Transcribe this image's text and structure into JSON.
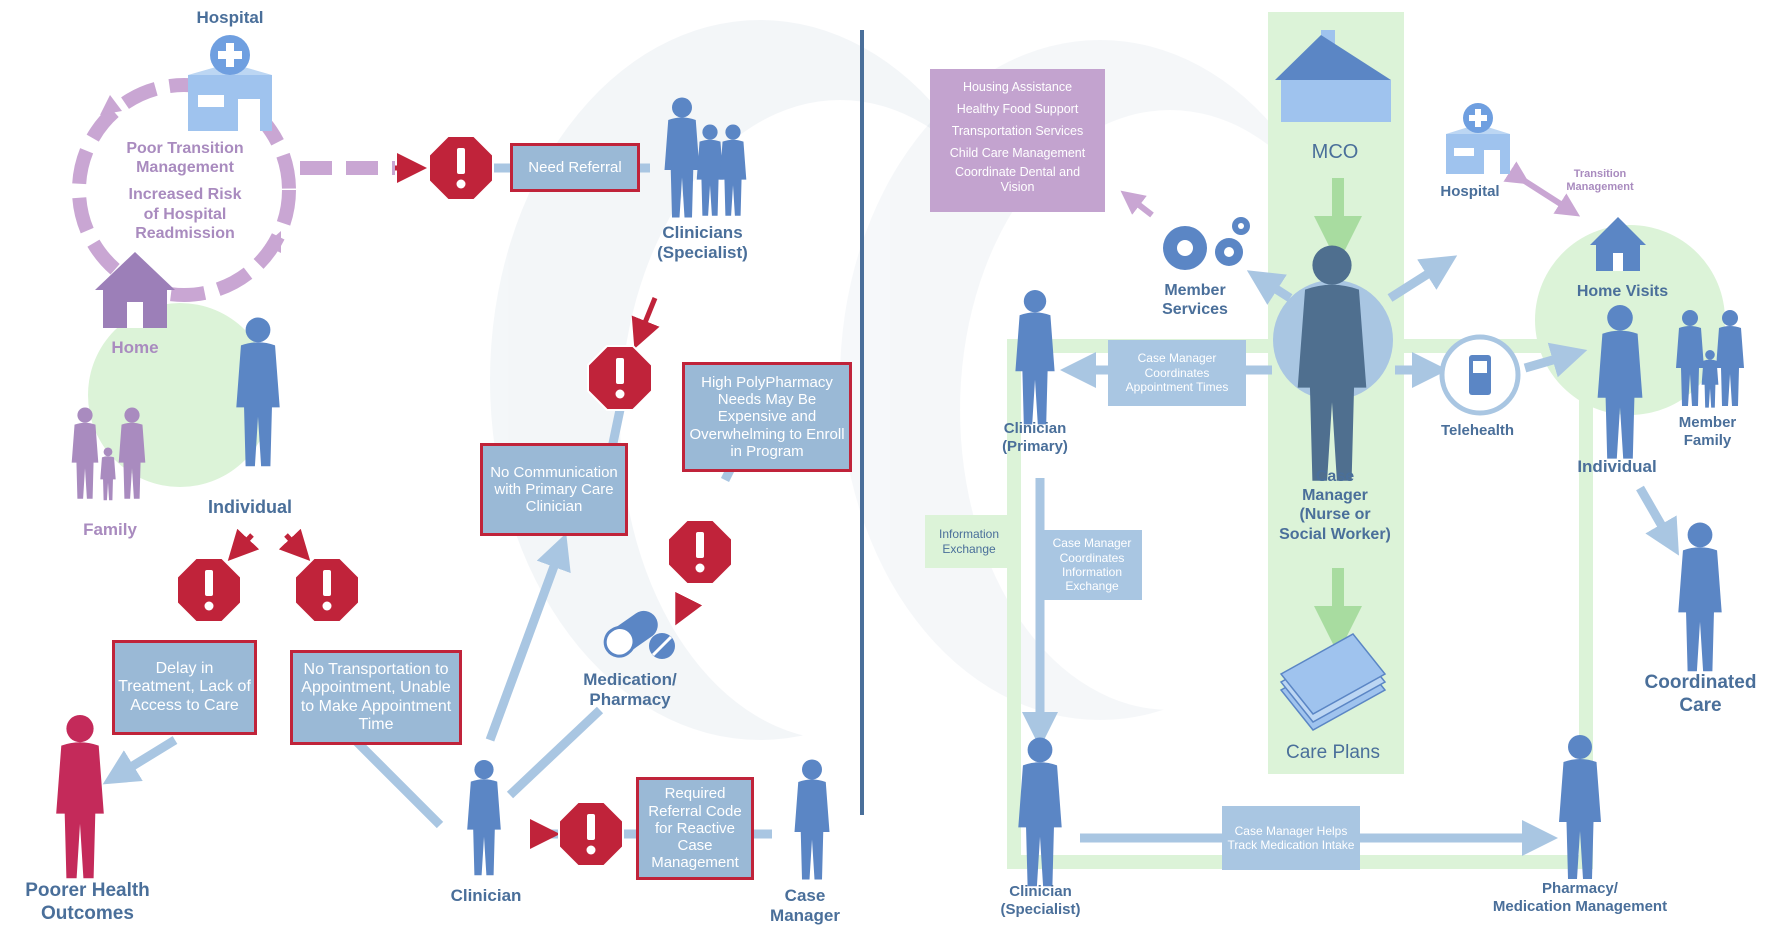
{
  "left": {
    "hospital": "Hospital",
    "cycle_line1": "Poor Transition",
    "cycle_line2": "Management",
    "cycle_line3": "Increased Risk",
    "cycle_line4": "of Hospital",
    "cycle_line5": "Readmission",
    "home": "Home",
    "family": "Family",
    "individual": "Individual",
    "need_referral": "Need Referral",
    "clinicians_specialist": "Clinicians\n(Specialist)",
    "delay": "Delay in Treatment, Lack of Access to Care",
    "no_transport": "No Transportation to Appointment, Unable to Make Appointment Time",
    "no_comm": "No Communication with Primary Care Clinician",
    "polypharmacy": "High PolyPharmacy Needs May Be Expensive and Overwhelming to Enroll in Program",
    "medication": "Medication/\nPharmacy",
    "required_code": "Required Referral Code for Reactive Case Management",
    "poorer": "Poorer Health\nOutcomes",
    "clinician": "Clinician",
    "case_manager": "Case\nManager"
  },
  "right": {
    "services": [
      "Housing Assistance",
      "Healthy Food Support",
      "Transportation Services",
      "Child Care Management",
      "Coordinate Dental and Vision"
    ],
    "mco": "MCO",
    "member_services": "Member\nServices",
    "hospital": "Hospital",
    "transition": "Transition\nManagement",
    "home_visits": "Home Visits",
    "clinician_primary": "Clinician\n(Primary)",
    "cm_appt": "Case Manager Coordinates Appointment Times",
    "case_manager": "Case\nManager\n(Nurse or\nSocial Worker)",
    "telehealth": "Telehealth",
    "individual": "Individual",
    "member_family": "Member\nFamily",
    "info_exchange": "Information\nExchange",
    "cm_info": "Case Manager Coordinates Information Exchange",
    "care_plans": "Care Plans",
    "coordinated": "Coordinated\nCare",
    "clinician_specialist": "Clinician\n(Specialist)",
    "cm_med": "Case Manager Helps Track Medication Intake",
    "pharmacy": "Pharmacy/\nMedication Management"
  },
  "colors": {
    "alert_red": "#c0233a",
    "steel_blue": "#4a6f9a",
    "person_blue": "#5b86c5",
    "purple": "#a98bbf",
    "green": "#dcf3d8",
    "light_blue": "#a9c6e2"
  }
}
